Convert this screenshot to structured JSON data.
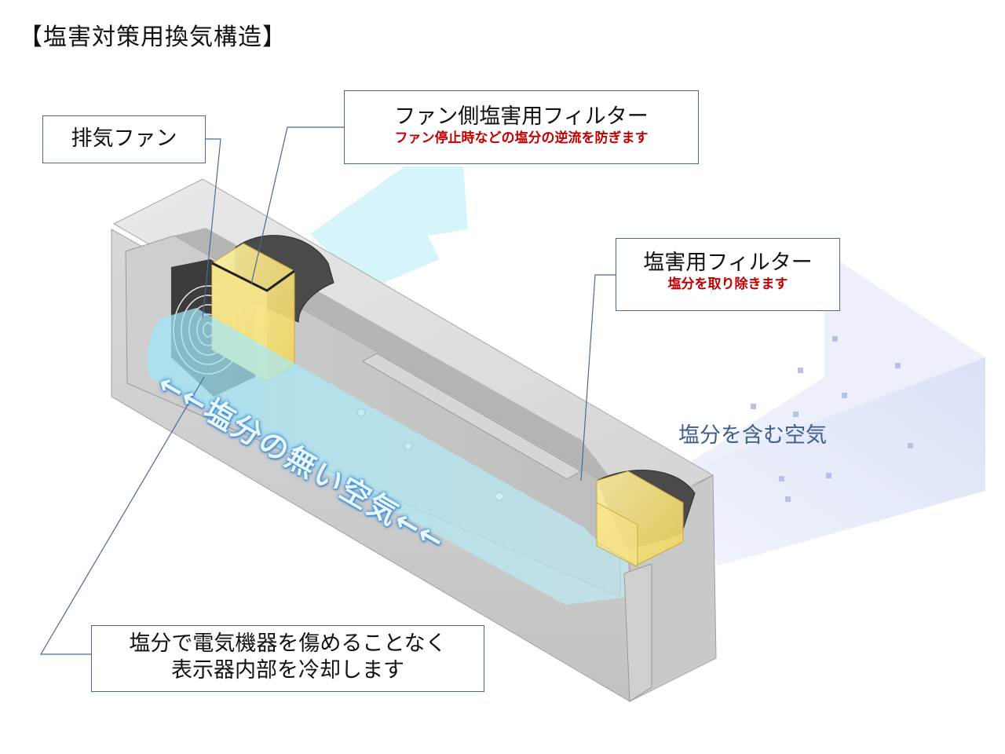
{
  "title": "【塩害対策用換気構造】",
  "callouts": {
    "exhaust_fan": {
      "label": "排気ファン"
    },
    "fan_filter": {
      "label": "ファン側塩害用フィルター",
      "note": "ファン停止時などの塩分の逆流を防ぎます"
    },
    "salt_filter": {
      "label": "塩害用フィルター",
      "note": "塩分を取り除きます"
    },
    "cooling": {
      "line1": "塩分で電気機器を傷めることなく",
      "line2": "表示器内部を冷却します"
    }
  },
  "labels": {
    "salty_air": "塩分を含む空気",
    "clean_air_flow": "←←塩分の無い空気←←"
  },
  "colors": {
    "housing": "#c8c8c8",
    "filter_yellow": "#f5e37a",
    "air_flow": "#8fe4f5",
    "note_red": "#c00000",
    "leader_line": "#4a6a92"
  }
}
